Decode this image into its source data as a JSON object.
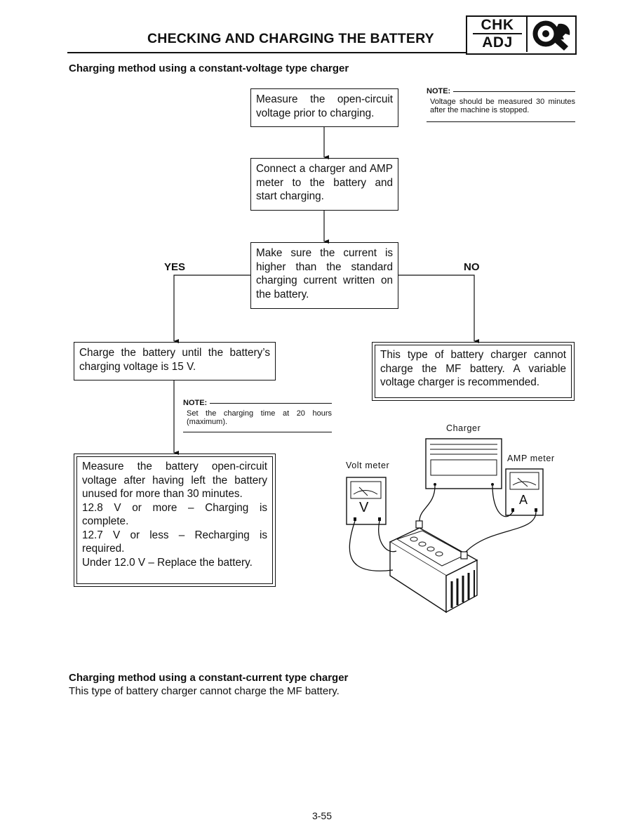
{
  "header": {
    "title": "CHECKING AND CHARGING THE BATTERY",
    "badge_top": "CHK",
    "badge_bottom": "ADJ",
    "badge_icon": "wrench-magnifier-icon"
  },
  "section1": {
    "heading": "Charging method using a constant-voltage type charger"
  },
  "flowchart": {
    "step1": "Measure the open-circuit voltage prior to charging.",
    "step2": "Connect a charger and AMP meter to the battery and start charging.",
    "decision": "Make sure the current is higher than the standard charging current written on the battery.",
    "yes_label": "YES",
    "no_label": "NO",
    "yes_step": "Charge the battery until the battery’s charging voltage is 15 V.",
    "no_step": "This type of battery charger cannot charge the MF battery. A variable voltage charger is recommended.",
    "final_step_lines": [
      "Measure the battery open-circuit voltage after having left the battery unused for more than 30 minutes.",
      "12.8 V or more – Charging is complete.",
      "12.7 V or less – Recharging is required.",
      "Under 12.0 V – Replace the battery."
    ]
  },
  "notes": {
    "note1_label": "NOTE:",
    "note1_text": "Voltage should be measured 30 minutes after the machine is stopped.",
    "note2_label": "NOTE:",
    "note2_text": "Set the charging time at 20 hours (maximum)."
  },
  "illustration": {
    "charger_label": "Charger",
    "volt_meter_label": "Volt meter",
    "amp_meter_label": "AMP meter",
    "volt_symbol": "V",
    "amp_symbol": "A"
  },
  "section2": {
    "heading": "Charging method using a constant-current type charger",
    "text": "This type of battery charger cannot charge the MF battery."
  },
  "footer": {
    "page_number": "3-55"
  }
}
